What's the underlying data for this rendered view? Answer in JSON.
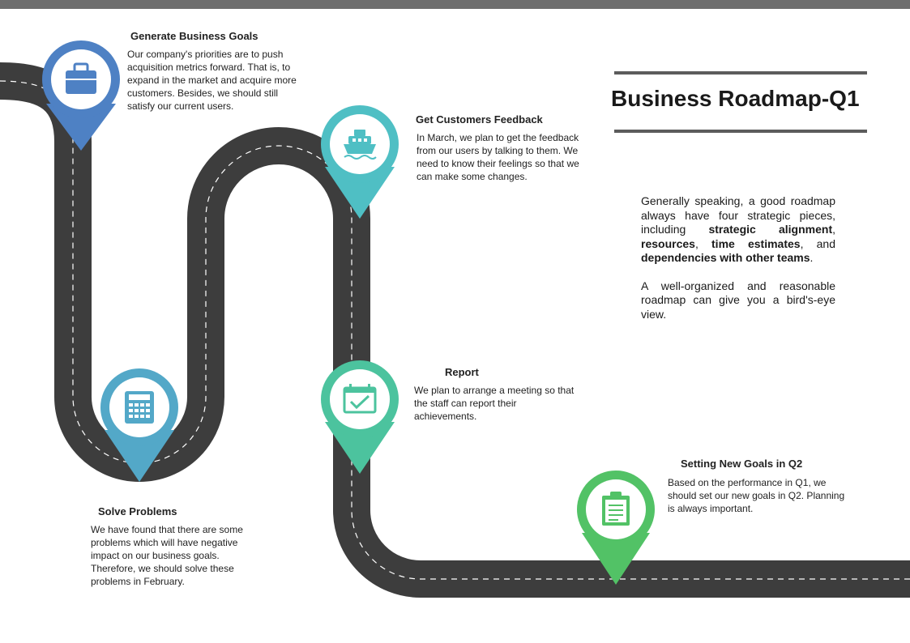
{
  "page_title": "Business Roadmap-Q1",
  "colors": {
    "road": "#3d3d3d",
    "road_dash": "#ffffff",
    "top_band": "#6e6e6e",
    "title_rules": "#5c5c5c",
    "pin_blue": "#4e81c4",
    "pin_teal": "#4fbfc4",
    "pin_sky": "#53a8c8",
    "pin_mint": "#4cc39e",
    "pin_green": "#52c266"
  },
  "steps": [
    {
      "title": "Generate Business Goals",
      "text": "Our company's priorities are to push acquisition metrics forward. That is, to expand in the market and acquire more customers. Besides, we should still satisfy our current users.",
      "icon": "briefcase-icon",
      "color": "#4e81c4"
    },
    {
      "title": "Get Customers Feedback",
      "text": "In March, we plan to get the feedback from our users by talking to them. We need to know their feelings so that we can make some changes.",
      "icon": "ship-icon",
      "color": "#4fbfc4"
    },
    {
      "title": "Solve Problems",
      "text": "We have found that there are some problems which will have negative impact on our business goals. Therefore, we should solve these problems in February.",
      "icon": "calculator-icon",
      "color": "#53a8c8"
    },
    {
      "title": "Report",
      "text": "We plan to arrange a meeting so that the staff can report their achievements.",
      "icon": "calendar-check-icon",
      "color": "#4cc39e"
    },
    {
      "title": "Setting New Goals in Q2",
      "text": "Based on the performance in Q1, we should set our new goals in Q2. Planning is always important.",
      "icon": "clipboard-icon",
      "color": "#52c266"
    }
  ],
  "summary": {
    "p1_intro": "Generally speaking, a good roadmap always have four strategic pieces, including ",
    "p1_item1": "strategic alignment",
    "p1_sep1": ", ",
    "p1_item2": "resources",
    "p1_sep2": ", ",
    "p1_item3": "time estimates",
    "p1_sep3": ", and ",
    "p1_item4": "dependencies with other teams",
    "p1_end": ".",
    "p2": "A well-organized and reasonable roadmap can give you a bird's-eye view."
  }
}
